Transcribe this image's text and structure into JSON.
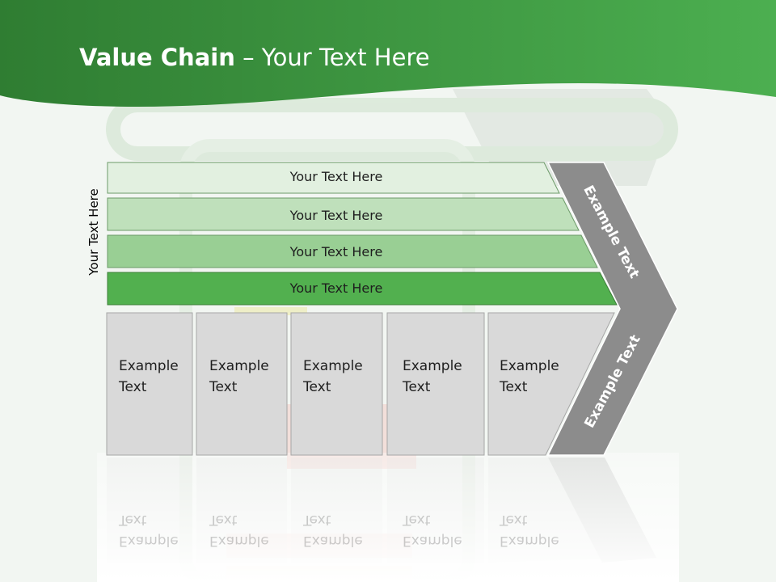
{
  "header": {
    "title_bold": "Value Chain",
    "title_rest": " – Your Text Here"
  },
  "diagram": {
    "side_label": "Your Text Here",
    "bars": [
      {
        "label": "Your Text Here",
        "color": "#e2f0e0"
      },
      {
        "label": "Your Text Here",
        "color": "#bfe0bb"
      },
      {
        "label": "Your Text Here",
        "color": "#99cf94"
      },
      {
        "label": "Your Text Here",
        "color": "#52b04f"
      }
    ],
    "boxes": [
      {
        "line1": "Example",
        "line2": "Text"
      },
      {
        "line1": "Example",
        "line2": "Text"
      },
      {
        "line1": "Example",
        "line2": "Text"
      },
      {
        "line1": "Example",
        "line2": "Text"
      },
      {
        "line1": "Example",
        "line2": "Text"
      }
    ],
    "chevron_top_label": "Example Text",
    "chevron_bottom_label": "Example Text"
  },
  "colors": {
    "header_dark": "#2f7d32",
    "header_light": "#4fae4d",
    "box_fill": "#d9d9d9",
    "chevron_fill": "#8c8c8c"
  }
}
